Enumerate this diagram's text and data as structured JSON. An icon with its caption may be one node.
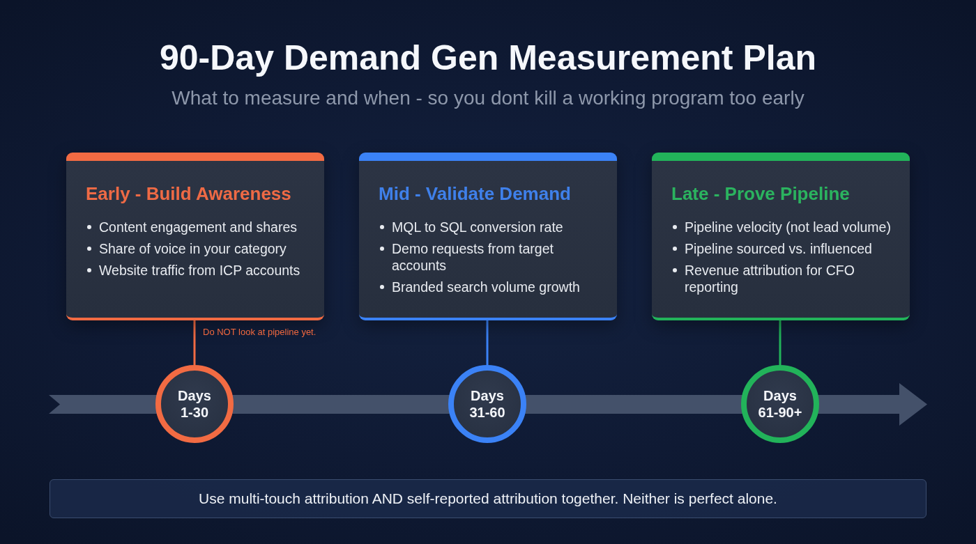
{
  "diagram": {
    "title": "90-Day Demand Gen Measurement Plan",
    "nodes": [
      {
        "text": [
          "Early - Build Awareness",
          "Content engagement and shares",
          "Share of voice in your category",
          "Website traffic from ICP accounts"
        ]
      },
      {
        "text": [
          "Mid - Validate Demand",
          "MQL to SQL conversion rate",
          "Demo requests from target accounts",
          "Branded search volume growth"
        ]
      },
      {
        "text": [
          "Late - Prove Pipeline",
          "Pipeline velocity (not lead volume)",
          "Pipeline sourced vs. influenced",
          "Revenue attribution for CFO reporting"
        ]
      },
      {
        "text": [
          "Days 1-30"
        ]
      },
      {
        "text": [
          "Days 31-60"
        ]
      },
      {
        "text": [
          "Days 61-90+"
        ]
      },
      {
        "text": [
          "Use multi-touch attribution AND self-reported attribution together. Neither is perfect alone."
        ]
      }
    ],
    "edges": [
      {
        "from": 0,
        "to": 3,
        "arrow": "none",
        "color": "#f26b43"
      },
      {
        "from": 1,
        "to": 4,
        "arrow": "none",
        "color": "#3b82f6"
      },
      {
        "from": 2,
        "to": 5,
        "arrow": "none",
        "color": "#22b35a"
      }
    ],
    "labels": [
      "What to measure and when - so you dont kill a working program too early",
      "Do NOT look at pipeline yet."
    ]
  }
}
